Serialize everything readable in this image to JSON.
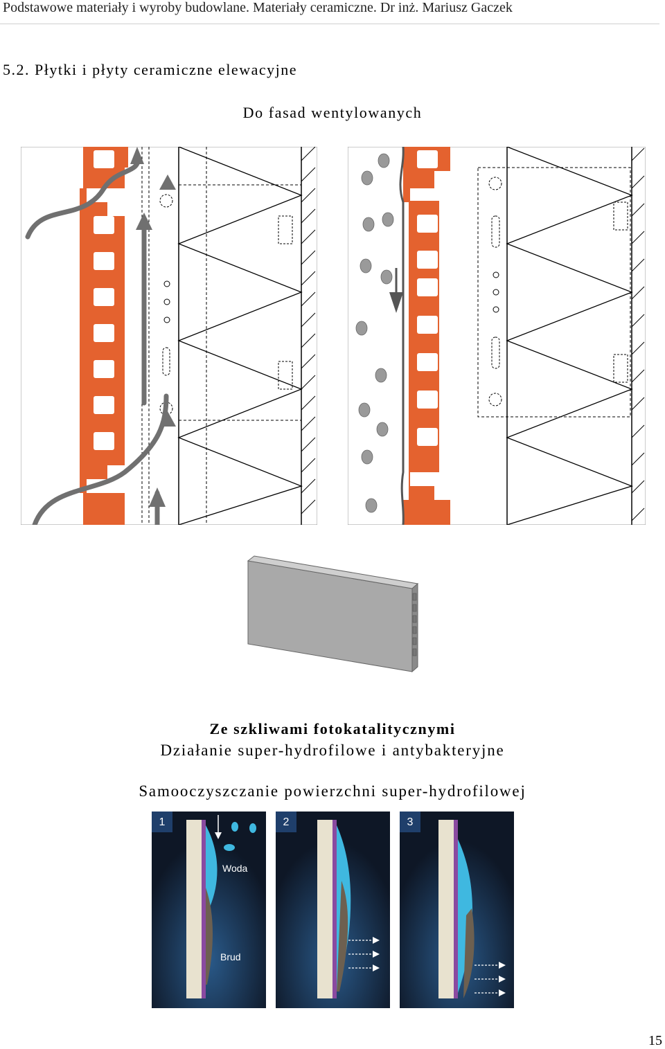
{
  "header": {
    "text": "Podstawowe materiały i wyroby budowlane. Materiały ceramiczne. Dr inż. Mariusz Gaczek"
  },
  "section": {
    "title": "5.2. Płytki i płyty ceramiczne elewacyjne"
  },
  "subtitle_ventilated": "Do fasad wentylowanych",
  "subtitle_photocatalytic": "Ze szkliwami fotokatalitycznymi",
  "subtitle_action": "Działanie super-hydrofilowe i antybakteryjne",
  "subtitle_selfcleaning": "Samooczyszczanie powierzchni super-hydrofilowej",
  "panels": [
    {
      "number": "1",
      "water_label": "Woda",
      "dirt_label": "Brud"
    },
    {
      "number": "2"
    },
    {
      "number": "3"
    }
  ],
  "colors": {
    "terracotta": "#e4622f",
    "arrow_gray": "#777777",
    "panel_bg": "#0e1726",
    "badge": "#1f3f6b",
    "water": "#3fb8e0"
  },
  "page_number": "15"
}
